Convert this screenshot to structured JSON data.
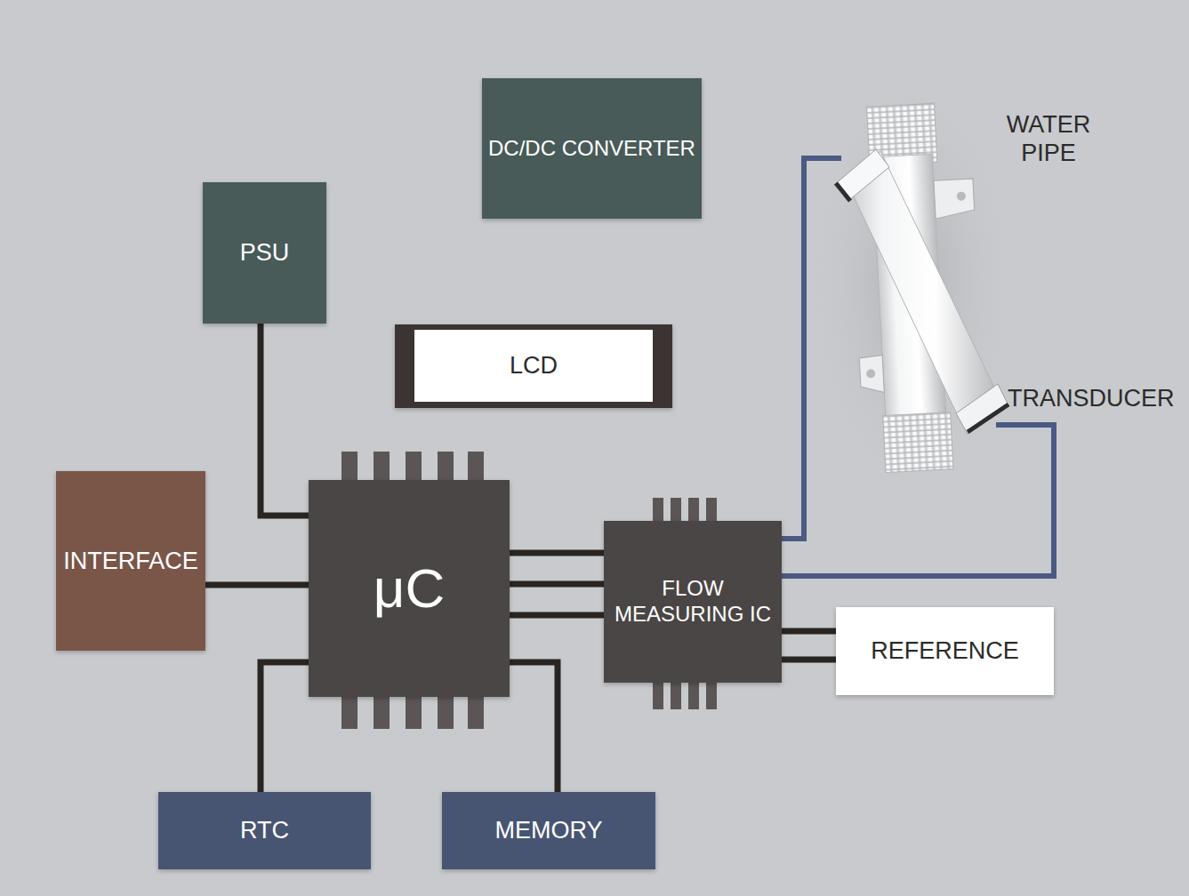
{
  "diagram": {
    "nodes": [
      {
        "text": [
          "DC/DC CONVERTER"
        ]
      },
      {
        "text": [
          "PSU"
        ]
      },
      {
        "text": [
          "LCD"
        ]
      },
      {
        "text": [
          "INTERFACE"
        ]
      },
      {
        "text": [
          "μC"
        ]
      },
      {
        "text": [
          "FLOW MEASURING IC"
        ]
      },
      {
        "text": [
          "REFERENCE"
        ]
      },
      {
        "text": [
          "RTC"
        ]
      },
      {
        "text": [
          "MEMORY"
        ]
      }
    ],
    "edges": [
      {
        "from": 1,
        "to": 4,
        "arrow": "none"
      },
      {
        "from": 3,
        "to": 4,
        "arrow": "none"
      },
      {
        "from": 4,
        "to": 5,
        "arrow": "none"
      },
      {
        "from": 4,
        "to": 5,
        "arrow": "none"
      },
      {
        "from": 4,
        "to": 5,
        "arrow": "none"
      },
      {
        "from": 5,
        "to": 6,
        "arrow": "none"
      },
      {
        "from": 5,
        "to": 6,
        "arrow": "none"
      },
      {
        "from": 7,
        "to": 4,
        "arrow": "none"
      },
      {
        "from": 8,
        "to": 4,
        "arrow": "none"
      }
    ],
    "labels": [
      "WATER PIPE",
      "TRANSDUCER"
    ]
  }
}
